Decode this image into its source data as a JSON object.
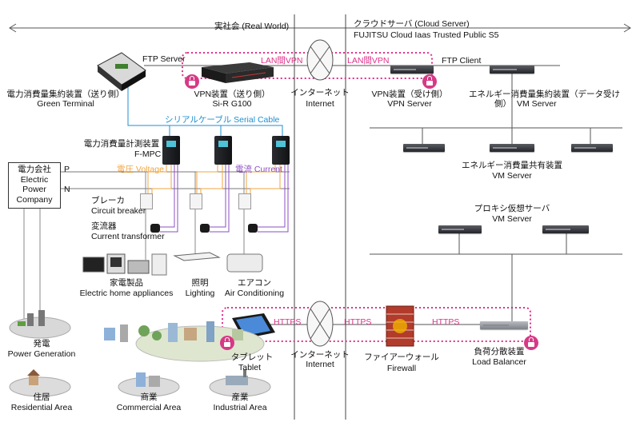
{
  "labels": {
    "real_world": "実社会 (Real World)",
    "cloud_jp": "クラウドサーバ (Cloud Server)",
    "cloud_en": "FUJITSU Cloud Iaas Trusted Public S5",
    "ftp_server": "FTP Server",
    "lan_vpn": "LAN間VPN",
    "ftp_client": "FTP Client",
    "green_terminal_jp": "電力消費量集約装置（送り側）",
    "green_terminal_en": "Green Terminal",
    "vpn_send_jp": "VPN装置（送り側）",
    "vpn_send_en": "Si-R G100",
    "internet_jp": "インターネット",
    "internet_en": "Internet",
    "vpn_recv_jp": "VPN装置（受け側）",
    "vpn_recv_en": "VPN Server",
    "agg_recv_jp1": "エネルギー消費量集約装置（データ受け",
    "agg_recv_jp2": "側）",
    "agg_recv_en": "VM Server",
    "serial_cable": "シリアルケーブル Serial Cable",
    "fmpc_jp": "電力消費量計測装置",
    "fmpc_en": "F-MPC",
    "company_jp": "電力会社",
    "company_en1": "Electric",
    "company_en2": "Power",
    "company_en3": "Company",
    "line_p": "P",
    "line_n": "N",
    "voltage": "電圧 Voltage",
    "current": "電流 Current",
    "breaker_jp": "ブレーカ",
    "breaker_en": "Circuit breaker",
    "ct_jp": "変流器",
    "ct_en": "Current transformer",
    "share_jp": "エネルギー消費量共有装置",
    "share_en": "VM Server",
    "proxy_jp": "プロキシ仮想サーバ",
    "proxy_en": "VM Server",
    "appliances_jp": "家電製品",
    "appliances_en": "Electric home appliances",
    "lighting_jp": "照明",
    "lighting_en": "Lighting",
    "aircon_jp": "エアコン",
    "aircon_en": "Air Conditioning",
    "https": "HTTPS",
    "tablet_jp": "タブレット",
    "tablet_en": "Tablet",
    "firewall_jp": "ファイアーウォール",
    "firewall_en": "Firewall",
    "lb_jp": "負荷分散装置",
    "lb_en": "Load Balancer",
    "power_gen_jp": "発電",
    "power_gen_en": "Power Generation",
    "residential_jp": "住居",
    "residential_en": "Residential Area",
    "commercial_jp": "商業",
    "commercial_en": "Commercial Area",
    "industrial_jp": "産業",
    "industrial_en": "Industrial Area"
  },
  "colors": {
    "vpn_pink": "#e0308a",
    "serial_cyan": "#1e8fcf",
    "voltage_orange": "#f0a540",
    "current_purple": "#8c4fc0"
  },
  "icons": [
    "lock-icon",
    "server-icon",
    "router-icon",
    "globe-icon",
    "meter-icon",
    "tablet-icon",
    "firewall-icon"
  ]
}
